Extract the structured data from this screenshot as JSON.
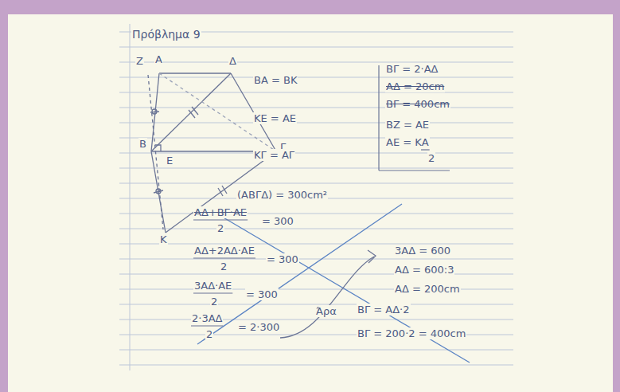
{
  "diagram": {
    "title": "Πρόβλημα 9",
    "labels": [
      "Ζ",
      "Α",
      "Δ",
      "Β",
      "Ε",
      "Γ",
      "Κ",
      "ΒΑ = ΒΚ",
      "ΚΕ = ΑΕ",
      "ΚΓ = ΑΓ",
      "ΒΓ = 2·ΑΔ",
      "ΑΔ = 20cm",
      "ΒΓ = 400cm",
      "ΒΖ = ΑΕ",
      "ΑΕ = ΚΑ",
      "2",
      "(ΑΒΓΔ) = 300cm²",
      "ΑΔ+ΒΓ·ΑΕ",
      "2",
      "= 300",
      "ΑΔ+2ΑΔ·ΑΕ",
      "2",
      "= 300",
      "3ΑΔ·ΑΕ",
      "2",
      "= 300",
      "2·3ΑΔ",
      "2",
      "= 2·300",
      "3ΑΔ = 600",
      "ΑΔ = 600:3",
      "ΑΔ = 200cm",
      "Άρα",
      "ΒΓ = ΑΔ·2",
      "ΒΓ = 200·2 = 400cm"
    ]
  }
}
